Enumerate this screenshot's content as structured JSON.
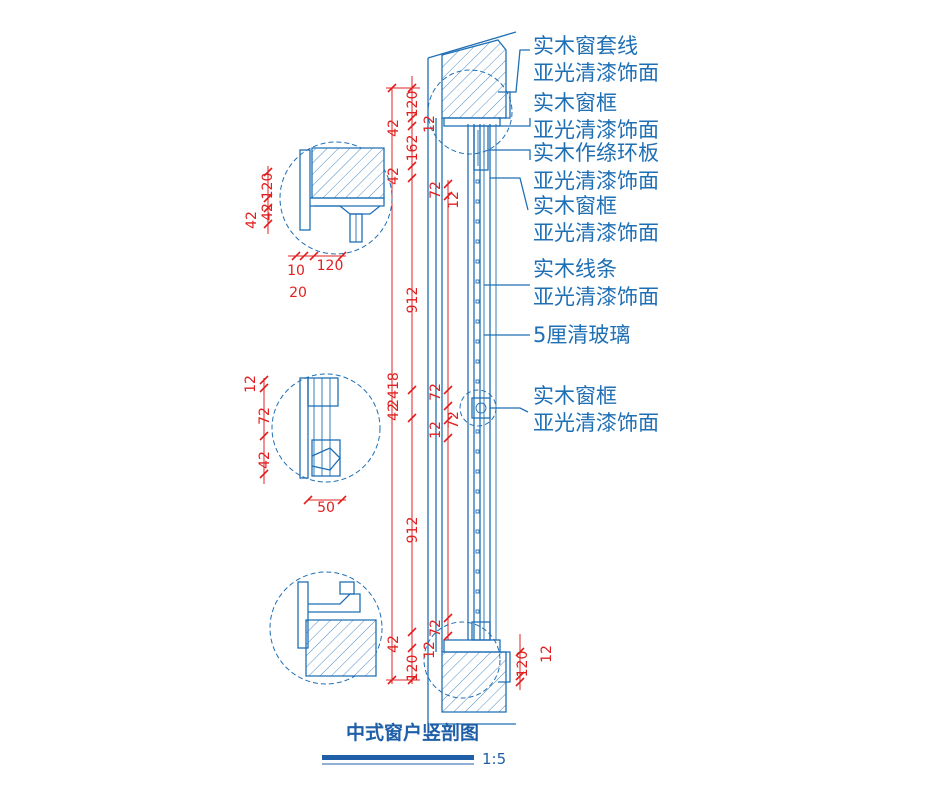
{
  "drawing": {
    "title": "中式窗户竖剖图",
    "scale": "1:5",
    "colors": {
      "linework": "#1f6fb5",
      "dimension": "#e02020",
      "title": "#1f5fa8",
      "background": "#ffffff"
    }
  },
  "labels": {
    "casing_line1": "实木窗套线",
    "casing_line2": "亚光清漆饰面",
    "frame_top_line1": "实木窗框",
    "frame_top_line2": "亚光清漆饰面",
    "ring_board_line1": "实木作绦环板",
    "ring_board_line2": "亚光清漆饰面",
    "frame_mid_line1": "实木窗框",
    "frame_mid_line2": "亚光清漆饰面",
    "strip_line1": "实木线条",
    "strip_line2": "亚光清漆饰面",
    "glass": "5厘清玻璃",
    "frame_low_line1": "实木窗框",
    "frame_low_line2": "亚光清漆饰面"
  },
  "dimensions": {
    "overall": "2418",
    "upper_span": "912",
    "lower_span": "912",
    "top_120": "120",
    "top_12": "12",
    "top_42": "42",
    "top_162": "162",
    "top_42b": "42",
    "top_72": "72",
    "top_12b": "12",
    "mid_72a": "72",
    "mid_42": "42",
    "mid_12": "12",
    "mid_72b": "72",
    "bot_72": "72",
    "bot_12": "12",
    "bot_42": "42",
    "bot_120": "120",
    "bot_120_right": "120",
    "bot_12_right": "12"
  },
  "details": {
    "d1_120": "120",
    "d1_42": "42",
    "d1_42b": "42",
    "d1_10": "10",
    "d1_120b": "120",
    "d1_20": "20",
    "d2_12": "12",
    "d2_72": "72",
    "d2_42": "42",
    "d2_50": "50"
  }
}
